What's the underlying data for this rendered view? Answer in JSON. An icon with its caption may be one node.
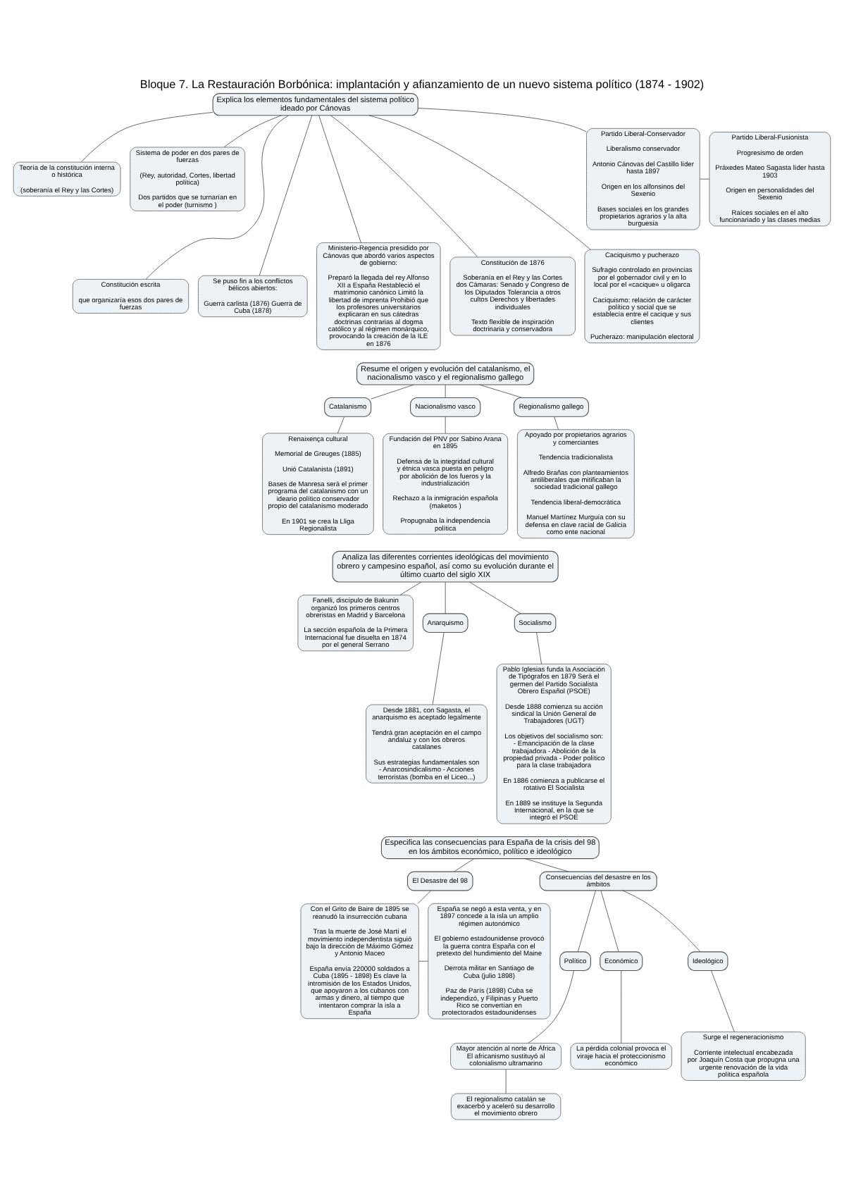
{
  "diagram": {
    "title": "Bloque 7. La Restauración Borbónica: implantación y afianzamiento de un nuevo sistema político (1874 - 1902)",
    "nodes": [
      {
        "text": [
          "Explica los elementos fundamentales del sistema político ideado por Cánovas"
        ]
      },
      {
        "text": [
          "Teoría de la constitución interna o histórica",
          "(soberanía el Rey y las Cortes)"
        ]
      },
      {
        "text": [
          "Sistema de poder en dos pares de fuerzas",
          "(Rey, autoridad, Cortes, libertad política)",
          "Dos partidos que se turnarían en el poder (turnismo )"
        ]
      },
      {
        "text": [
          "Constitución escrita",
          "que organizaría esos dos pares de fuerzas"
        ]
      },
      {
        "text": [
          "Se puso fin a los conflictos bélicos abiertos:",
          "Guerra carlista (1876) Guerra de Cuba (1878)"
        ]
      },
      {
        "text": [
          "Ministerio-Regencia presidido por Cánovas que abordó varios aspectos de gobierno:",
          "Preparó la llegada del rey Alfonso XII a España Restableció el matrimonio canónico Limitó la libertad de imprenta Prohibió que los profesores universitarios explicaran en sus cátedras doctrinas contrarias al dogma católico y al régimen monárquico, provocando la creación de la ILE en 1876"
        ]
      },
      {
        "text": [
          "Constitución de 1876",
          "Soberanía en el Rey y las Cortes dos Cámaras: Senado y Congreso de los Diputados Tolerancia a otros cultos Derechos y libertades individuales",
          "Texto flexible de inspiración doctrinaria y conservadora"
        ]
      },
      {
        "text": [
          "Caciquismo y pucherazo",
          "Sufragio controlado en provincias por el gobernador civil y en lo local por el «cacique» u oligarca",
          "Caciquismo: relación de carácter político y social que se establecía entre el cacique y sus clientes",
          "Pucherazo: manipulación electoral"
        ]
      },
      {
        "text": [
          "Partido Liberal-Conservador",
          "Liberalismo conservador",
          "Antonio Cánovas del Castillo líder hasta 1897",
          "Origen en los alfonsinos del Sexenio",
          "Bases sociales en los grandes propietarios agrarios y la alta burguesía"
        ]
      },
      {
        "text": [
          "Partido Liberal-Fusionista",
          "Progresismo de orden",
          "Práxedes Mateo Sagasta líder hasta 1903",
          "Origen en personalidades del Sexenio",
          "Raíces sociales en el alto funcionariado y las clases medias"
        ]
      },
      {
        "text": [
          "Resume el origen y evolución del catalanismo, el nacionalismo vasco y el regionalismo gallego"
        ]
      },
      {
        "text": [
          "Catalanismo"
        ]
      },
      {
        "text": [
          "Renaixença cultural",
          "Memorial de Greuges (1885)",
          "Unió Catalanista (1891)",
          "Bases de Manresa será el primer programa del catalanismo con un ideario político conservador propio del catalanismo moderado",
          "En 1901 se crea la Lliga Regionalista"
        ]
      },
      {
        "text": [
          "Nacionalismo vasco"
        ]
      },
      {
        "text": [
          "Fundación del PNV por Sabino Arana en 1895",
          "Defensa de la integridad cultural y étnica vasca puesta en peligro por abolición de los fueros y la industrialización",
          "Rechazo a la inmigración española (maketos )",
          "Propugnaba la independencia política"
        ]
      },
      {
        "text": [
          "Regionalismo gallego"
        ]
      },
      {
        "text": [
          "Apoyado por propietarios agrarios y comerciantes",
          "Tendencia tradicionalista",
          "Alfredo Brañas con planteamientos antiliberales que mitificaban la sociedad tradicional gallego",
          "Tendencia liberal-democrática",
          "Manuel Martínez Murguía con su defensa en clave racial de Galicia como ente nacional"
        ]
      },
      {
        "text": [
          "Analiza las diferentes corrientes ideológicas del movimiento obrero y campesino español, así como su evolución durante el último cuarto del siglo XIX"
        ]
      },
      {
        "text": [
          "Fanelli, discípulo de Bakunin organizó los primeros centros obreristas en Madrid y Barcelona",
          "La sección española de la Primera Internacional fue disuelta en 1874 por el general Serrano"
        ]
      },
      {
        "text": [
          "Anarquismo"
        ]
      },
      {
        "text": [
          "Desde 1881, con Sagasta, el anarquismo es aceptado legalmente",
          "Tendrá gran aceptación en el campo andaluz y con los obreros catalanes",
          "Sus estrategias fundamentales son - Anarcosindicalismo - Acciones terroristas (bomba en el Liceo...)"
        ]
      },
      {
        "text": [
          "Socialismo"
        ]
      },
      {
        "text": [
          "Pablo Iglesias funda la Asociación de Tipógrafos en 1879 Será el germen del Partido Socialista Obrero Español (PSOE)",
          "Desde 1888 comienza su acción sindical la Unión General de Trabajadores (UGT)",
          "Los objetivos del socialismo son: - Emancipación de la clase trabajadora - Abolición de la propiedad privada - Poder político para la clase trabajadora",
          "En 1886 comienza a publicarse el rotativo El Socialista",
          "En 1889 se instituye la Segunda Internacional, en la que se integró el PSOE"
        ]
      },
      {
        "text": [
          "Especifica las consecuencias para España de la crisis del 98 en los ámbitos económico, político e ideológico"
        ]
      },
      {
        "text": [
          "El Desastre del 98"
        ]
      },
      {
        "text": [
          "Con el Grito de Baire de 1895 se reanudó la insurrección cubana",
          "Tras la muerte de José Martí el movimiento independentista siguió bajo la dirección de Máximo Gómez y Antonio Maceo",
          "España envía 220000 soldados a Cuba (1895 - 1898) Es clave la intromisión de los Estados Unidos, que apoyaron a los cubanos con armas y dinero, al tiempo que intentaron comprar la isla a España"
        ]
      },
      {
        "text": [
          "España se negó a esta venta, y en 1897 concede a la isla un amplio régimen autonómico",
          "El gobierno estadounidense provocó la guerra contra España con el pretexto del hundimiento del Maine",
          "Derrota militar en Santiago de Cuba (julio 1898)",
          "Paz de París (1898) Cuba se independizó, y Filipinas y Puerto Rico se convertían en protectorados estadounidenses"
        ]
      },
      {
        "text": [
          "Consecuencias del desastre en los ámbitos"
        ]
      },
      {
        "text": [
          "Político"
        ]
      },
      {
        "text": [
          "Mayor atención al norte de África El africanismo sustituyó al colonialismo ultramarino"
        ]
      },
      {
        "text": [
          "El regionalismo catalán se exacerbó y aceleró su desarrollo el movimiento obrero"
        ]
      },
      {
        "text": [
          "Económico"
        ]
      },
      {
        "text": [
          "La pérdida colonial provoca el viraje hacia el proteccionismo económico"
        ]
      },
      {
        "text": [
          "Ideológico"
        ]
      },
      {
        "text": [
          "Surge el regeneracionismo",
          "Corriente intelectual encabezada por Joaquín Costa que propugna una urgente renovación de la vida política española"
        ]
      }
    ],
    "edges": [
      {
        "from": 0,
        "to": 1,
        "arrow": "none"
      },
      {
        "from": 0,
        "to": 2,
        "arrow": "none"
      },
      {
        "from": 0,
        "to": 3,
        "arrow": "none"
      },
      {
        "from": 0,
        "to": 4,
        "arrow": "none"
      },
      {
        "from": 0,
        "to": 5,
        "arrow": "none"
      },
      {
        "from": 0,
        "to": 6,
        "arrow": "none"
      },
      {
        "from": 0,
        "to": 7,
        "arrow": "none"
      },
      {
        "from": 0,
        "to": 8,
        "arrow": "none"
      },
      {
        "from": 8,
        "to": 9,
        "arrow": "none"
      },
      {
        "from": 10,
        "to": 11,
        "arrow": "none"
      },
      {
        "from": 10,
        "to": 13,
        "arrow": "none"
      },
      {
        "from": 10,
        "to": 15,
        "arrow": "none"
      },
      {
        "from": 11,
        "to": 12,
        "arrow": "none"
      },
      {
        "from": 13,
        "to": 14,
        "arrow": "none"
      },
      {
        "from": 15,
        "to": 16,
        "arrow": "none"
      },
      {
        "from": 17,
        "to": 18,
        "arrow": "none"
      },
      {
        "from": 17,
        "to": 19,
        "arrow": "none"
      },
      {
        "from": 17,
        "to": 21,
        "arrow": "none"
      },
      {
        "from": 19,
        "to": 20,
        "arrow": "none"
      },
      {
        "from": 21,
        "to": 22,
        "arrow": "none"
      },
      {
        "from": 23,
        "to": 24,
        "arrow": "none"
      },
      {
        "from": 24,
        "to": 25,
        "arrow": "none"
      },
      {
        "from": 25,
        "to": 26,
        "arrow": "none"
      },
      {
        "from": 23,
        "to": 27,
        "arrow": "none"
      },
      {
        "from": 27,
        "to": 28,
        "arrow": "none"
      },
      {
        "from": 27,
        "to": 31,
        "arrow": "none"
      },
      {
        "from": 27,
        "to": 33,
        "arrow": "none"
      },
      {
        "from": 28,
        "to": 29,
        "arrow": "none"
      },
      {
        "from": 29,
        "to": 30,
        "arrow": "none"
      },
      {
        "from": 31,
        "to": 32,
        "arrow": "none"
      },
      {
        "from": 33,
        "to": 34,
        "arrow": "none"
      }
    ]
  }
}
